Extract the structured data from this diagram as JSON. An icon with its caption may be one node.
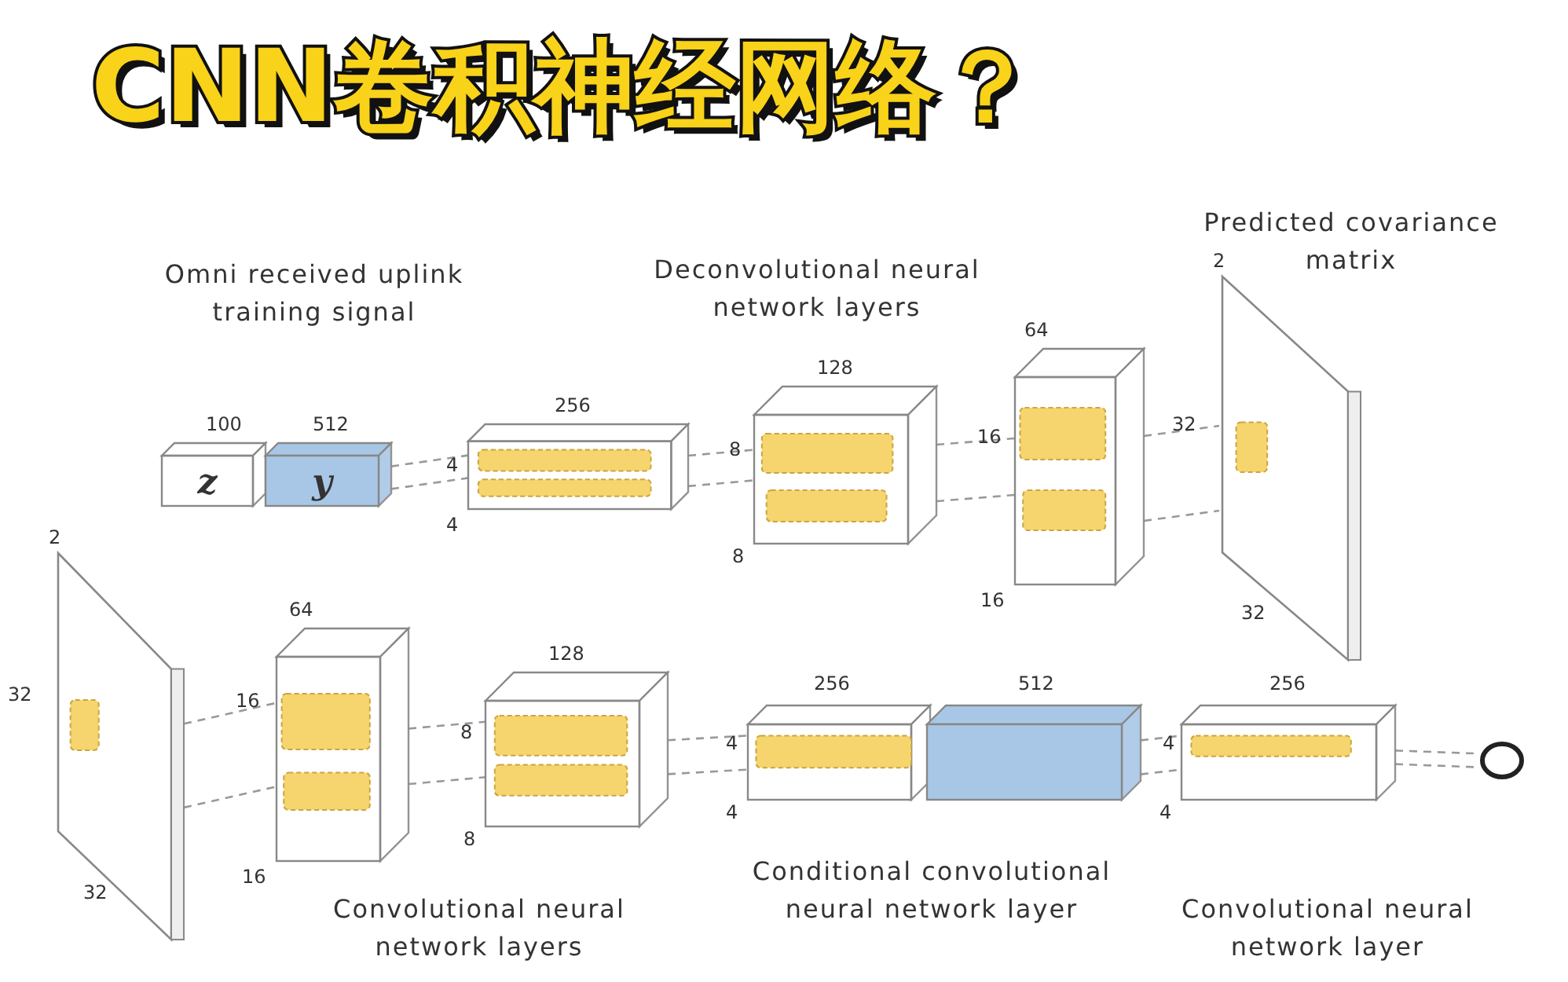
{
  "diagram": {
    "title": "CNN卷积神经网络？",
    "nodes": [
      {
        "text": [
          "z"
        ],
        "beside": [
          "100"
        ]
      },
      {
        "text": [
          "y"
        ],
        "beside": [
          "512"
        ]
      },
      {
        "text": [],
        "shape": "box",
        "beside": [
          "256",
          "4",
          "4"
        ]
      },
      {
        "text": [],
        "shape": "box",
        "beside": [
          "128",
          "8",
          "8"
        ]
      },
      {
        "text": [],
        "shape": "box",
        "beside": [
          "64",
          "16",
          "16"
        ]
      },
      {
        "text": [],
        "shape": "box",
        "beside": [
          "2",
          "32",
          "32",
          "Predicted covariance matrix"
        ]
      },
      {
        "text": [],
        "shape": "box",
        "beside": [
          "2",
          "32",
          "32"
        ]
      },
      {
        "text": [],
        "shape": "box",
        "beside": [
          "64",
          "16",
          "16"
        ]
      },
      {
        "text": [],
        "shape": "box",
        "beside": [
          "128",
          "8",
          "8"
        ]
      },
      {
        "text": [],
        "shape": "box",
        "beside": [
          "256",
          "4",
          "4"
        ]
      },
      {
        "text": [],
        "shape": "box",
        "beside": [
          "512"
        ]
      },
      {
        "text": [],
        "shape": "box",
        "beside": [
          "256",
          "4",
          "4"
        ]
      },
      {
        "text": [],
        "shape": "circle"
      }
    ],
    "edges": [
      {
        "from": 1,
        "to": 2,
        "arrow": "none",
        "style": "dashed"
      },
      {
        "from": 2,
        "to": 3,
        "arrow": "none",
        "style": "dashed"
      },
      {
        "from": 3,
        "to": 4,
        "arrow": "none",
        "style": "dashed"
      },
      {
        "from": 4,
        "to": 5,
        "arrow": "none",
        "style": "dashed"
      },
      {
        "from": 6,
        "to": 7,
        "arrow": "none",
        "style": "dashed"
      },
      {
        "from": 7,
        "to": 8,
        "arrow": "none",
        "style": "dashed"
      },
      {
        "from": 8,
        "to": 9,
        "arrow": "none",
        "style": "dashed"
      },
      {
        "from": 10,
        "to": 11,
        "arrow": "none",
        "style": "dashed"
      },
      {
        "from": 11,
        "to": 12,
        "arrow": "none",
        "style": "dashed"
      }
    ],
    "labels": [
      "Omni received uplink training signal",
      "Deconvolutional neural network layers",
      "Convolutional neural network layers",
      "Conditional convolutional neural network layer",
      "Convolutional neural network layer"
    ]
  }
}
